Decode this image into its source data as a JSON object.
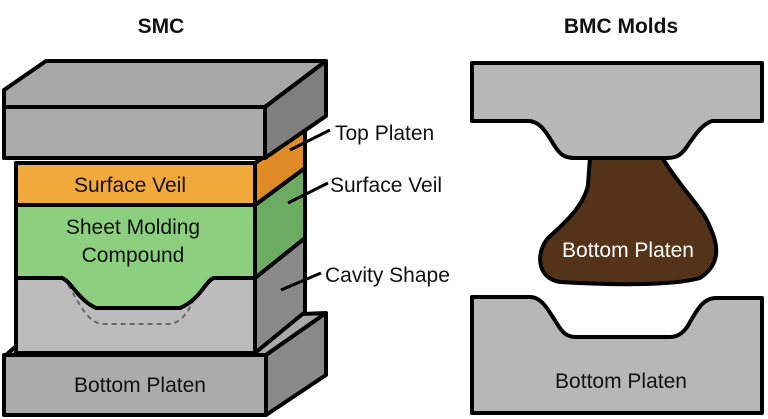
{
  "colors": {
    "platen_front": "#ababab",
    "platen_top": "#a7a7a7",
    "platen_side": "#7f7f7f",
    "veil_front": "#f2a93b",
    "veil_side": "#e08b25",
    "smc_front": "#8ccf7e",
    "smc_side": "#6bab62",
    "cavity_front": "#bcbcbc",
    "cavity_side": "#8a8a8a",
    "bmc_charge": "#553318",
    "outline": "#000000"
  },
  "smc": {
    "title": "SMC",
    "layers": {
      "surface_veil": "Surface Veil",
      "sheet_molding_compound_line1": "Sheet Molding",
      "sheet_molding_compound_line2": "Compound",
      "bottom_platen": "Bottom Platen"
    },
    "callouts": [
      {
        "label": "Top Platen"
      },
      {
        "label": "Surface Veil"
      },
      {
        "label": "Cavity Shape"
      }
    ]
  },
  "bmc": {
    "title": "BMC Molds",
    "charge_label": "Bottom Platen",
    "bottom_platen_label": "Bottom Platen"
  }
}
